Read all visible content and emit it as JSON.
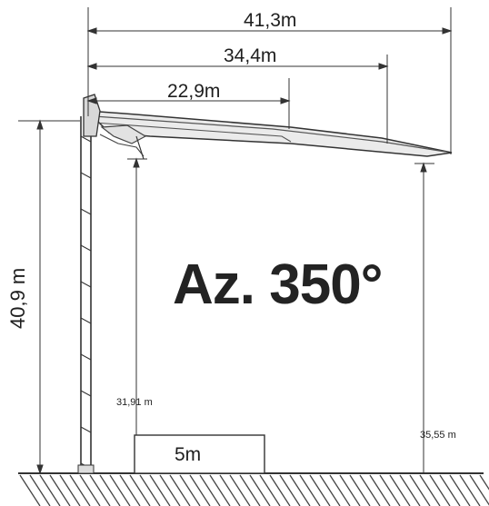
{
  "dimensions": {
    "span_outer": "41,3m",
    "span_middle": "34,4m",
    "span_inner": "22,9m",
    "mast_height": "40,9 m",
    "clearance_low": "31,91 m",
    "clearance_high": "35,55 m",
    "base_width": "5m"
  },
  "azimuth": "Az. 350°",
  "colors": {
    "line": "#333333",
    "ground_hatch": "#444444",
    "boom_fill": "#e6e6e6"
  }
}
